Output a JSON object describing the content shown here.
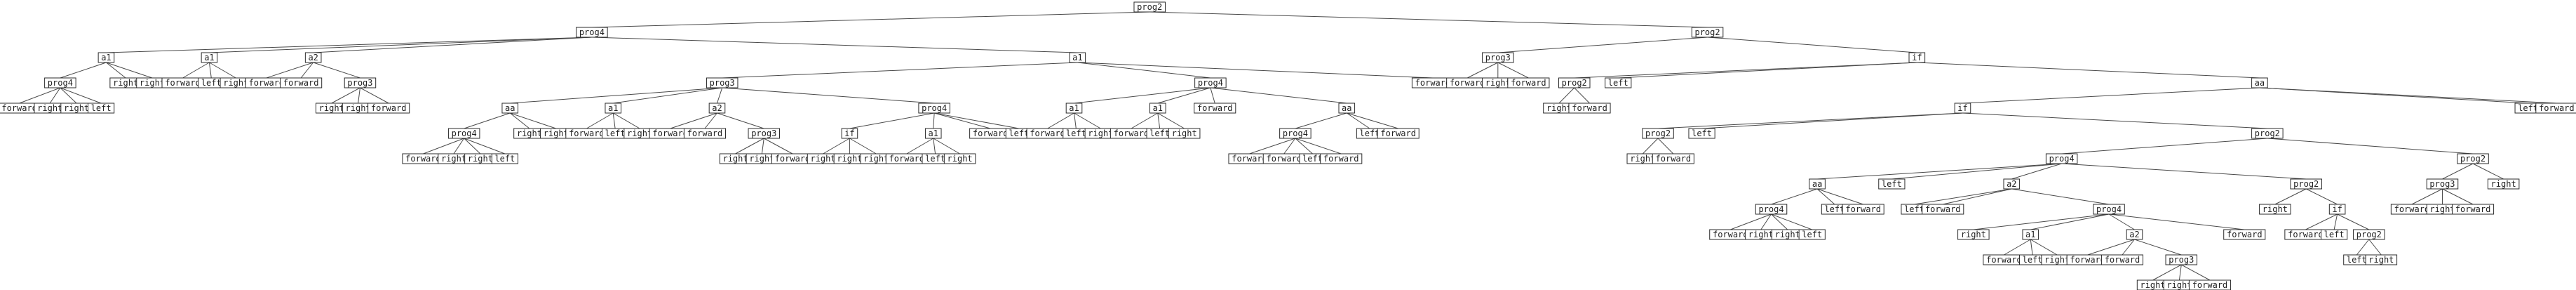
{
  "tree": {
    "label": "prog2",
    "children": [
      {
        "label": "prog4",
        "children": [
          {
            "label": "a1",
            "children": [
              {
                "label": "prog4",
                "children": [
                  {
                    "label": "forward"
                  },
                  {
                    "label": "right"
                  },
                  {
                    "label": "right"
                  },
                  {
                    "label": "left"
                  }
                ]
              },
              {
                "label": "right"
              },
              {
                "label": "right"
              }
            ]
          },
          {
            "label": "a1",
            "children": [
              {
                "label": "forward"
              },
              {
                "label": "left"
              },
              {
                "label": "right"
              }
            ]
          },
          {
            "label": "a2",
            "children": [
              {
                "label": "forward"
              },
              {
                "label": "forward"
              },
              {
                "label": "prog3",
                "children": [
                  {
                    "label": "right"
                  },
                  {
                    "label": "right"
                  },
                  {
                    "label": "forward"
                  }
                ]
              }
            ]
          },
          {
            "label": "a1",
            "children": [
              {
                "label": "prog3",
                "children": [
                  {
                    "label": "aa",
                    "children": [
                      {
                        "label": "prog4",
                        "children": [
                          {
                            "label": "forward"
                          },
                          {
                            "label": "right"
                          },
                          {
                            "label": "right"
                          },
                          {
                            "label": "left"
                          }
                        ]
                      },
                      {
                        "label": "right"
                      },
                      {
                        "label": "right"
                      }
                    ]
                  },
                  {
                    "label": "a1",
                    "children": [
                      {
                        "label": "forward"
                      },
                      {
                        "label": "left"
                      },
                      {
                        "label": "right"
                      }
                    ]
                  },
                  {
                    "label": "a2",
                    "children": [
                      {
                        "label": "forward"
                      },
                      {
                        "label": "forward"
                      },
                      {
                        "label": "prog3",
                        "children": [
                          {
                            "label": "right"
                          },
                          {
                            "label": "right"
                          },
                          {
                            "label": "forward"
                          }
                        ]
                      }
                    ]
                  },
                  {
                    "label": "prog4",
                    "children": [
                      {
                        "label": "if",
                        "children": [
                          {
                            "label": "right"
                          },
                          {
                            "label": "right"
                          },
                          {
                            "label": "right"
                          }
                        ]
                      },
                      {
                        "label": "a1",
                        "children": [
                          {
                            "label": "forward"
                          },
                          {
                            "label": "left"
                          },
                          {
                            "label": "right"
                          }
                        ]
                      },
                      {
                        "label": "forward"
                      },
                      {
                        "label": "left"
                      }
                    ]
                  }
                ]
              },
              {
                "label": "prog4",
                "children": [
                  {
                    "label": "a1",
                    "children": [
                      {
                        "label": "forward"
                      },
                      {
                        "label": "left"
                      },
                      {
                        "label": "right"
                      }
                    ]
                  },
                  {
                    "label": "a1",
                    "children": [
                      {
                        "label": "forward"
                      },
                      {
                        "label": "left"
                      },
                      {
                        "label": "right"
                      }
                    ]
                  },
                  {
                    "label": "forward"
                  },
                  {
                    "label": "aa",
                    "children": [
                      {
                        "label": "prog4",
                        "children": [
                          {
                            "label": "forward"
                          },
                          {
                            "label": "forward"
                          },
                          {
                            "label": "left"
                          },
                          {
                            "label": "forward"
                          }
                        ]
                      },
                      {
                        "label": "left"
                      },
                      {
                        "label": "forward"
                      }
                    ]
                  }
                ]
              },
              {
                "label": "forward"
              }
            ]
          }
        ]
      },
      {
        "label": "prog2",
        "children": [
          {
            "label": "prog3",
            "children": [
              {
                "label": "forward"
              },
              {
                "label": "right"
              },
              {
                "label": "forward"
              }
            ]
          },
          {
            "label": "if",
            "children": [
              {
                "label": "prog2",
                "children": [
                  {
                    "label": "right"
                  },
                  {
                    "label": "forward"
                  }
                ]
              },
              {
                "label": "left"
              },
              {
                "label": "aa",
                "children": [
                  {
                    "label": "if",
                    "children": [
                      {
                        "label": "prog2",
                        "children": [
                          {
                            "label": "right"
                          },
                          {
                            "label": "forward"
                          }
                        ]
                      },
                      {
                        "label": "left"
                      },
                      {
                        "label": "prog2",
                        "children": [
                          {
                            "label": "prog4",
                            "children": [
                              {
                                "label": "aa",
                                "children": [
                                  {
                                    "label": "prog4",
                                    "children": [
                                      {
                                        "label": "forward"
                                      },
                                      {
                                        "label": "right"
                                      },
                                      {
                                        "label": "right"
                                      },
                                      {
                                        "label": "left"
                                      }
                                    ]
                                  },
                                  {
                                    "label": "left"
                                  },
                                  {
                                    "label": "forward"
                                  }
                                ]
                              },
                              {
                                "label": "left"
                              },
                              {
                                "label": "a2",
                                "children": [
                                  {
                                    "label": "left"
                                  },
                                  {
                                    "label": "forward"
                                  },
                                  {
                                    "label": "prog4",
                                    "children": [
                                      {
                                        "label": "right"
                                      },
                                      {
                                        "label": "a1",
                                        "children": [
                                          {
                                            "label": "forward"
                                          },
                                          {
                                            "label": "left"
                                          },
                                          {
                                            "label": "right"
                                          }
                                        ]
                                      },
                                      {
                                        "label": "a2",
                                        "children": [
                                          {
                                            "label": "forward"
                                          },
                                          {
                                            "label": "forward"
                                          },
                                          {
                                            "label": "prog3",
                                            "children": [
                                              {
                                                "label": "right"
                                              },
                                              {
                                                "label": "right"
                                              },
                                              {
                                                "label": "forward"
                                              }
                                            ]
                                          }
                                        ]
                                      },
                                      {
                                        "label": "forward"
                                      }
                                    ]
                                  }
                                ]
                              },
                              {
                                "label": "prog2",
                                "children": [
                                  {
                                    "label": "right"
                                  },
                                  {
                                    "label": "if",
                                    "children": [
                                      {
                                        "label": "forward"
                                      },
                                      {
                                        "label": "left"
                                      },
                                      {
                                        "label": "prog2",
                                        "children": [
                                          {
                                            "label": "left"
                                          },
                                          {
                                            "label": "right"
                                          }
                                        ]
                                      }
                                    ]
                                  }
                                ]
                              }
                            ]
                          },
                          {
                            "label": "prog2",
                            "children": [
                              {
                                "label": "prog3",
                                "children": [
                                  {
                                    "label": "forward"
                                  },
                                  {
                                    "label": "right"
                                  },
                                  {
                                    "label": "forward"
                                  }
                                ]
                              },
                              {
                                "label": "right"
                              }
                            ]
                          }
                        ]
                      }
                    ]
                  },
                  {
                    "label": "left"
                  },
                  {
                    "label": "forward"
                  }
                ]
              }
            ]
          }
        ]
      }
    ]
  }
}
